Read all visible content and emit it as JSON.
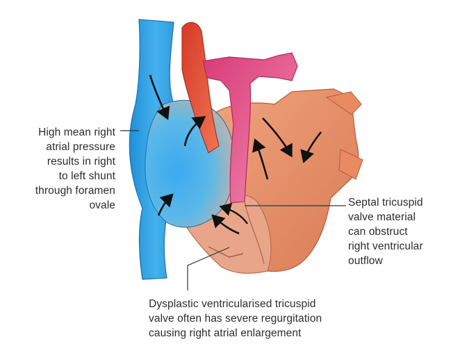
{
  "annotations": {
    "left": "High mean right\natrial pressure\nresults in right\nto left shunt\nthrough foramen\novale",
    "right": "Septal tricuspid\nvalve material\ncan obstruct\nright ventricular\noutflow",
    "bottom": "Dysplastic ventricularised tricuspid\nvalve often has severe regurgitation\ncausing right atrial enlargement"
  },
  "colors": {
    "vena_cava": "#2f9de0",
    "aorta": "#e0503a",
    "pulmonary_artery": "#e0487a",
    "myocardium": "#e8926a",
    "arrow": "#111111",
    "leader_line": "#333333",
    "text": "#2b2b2b"
  }
}
